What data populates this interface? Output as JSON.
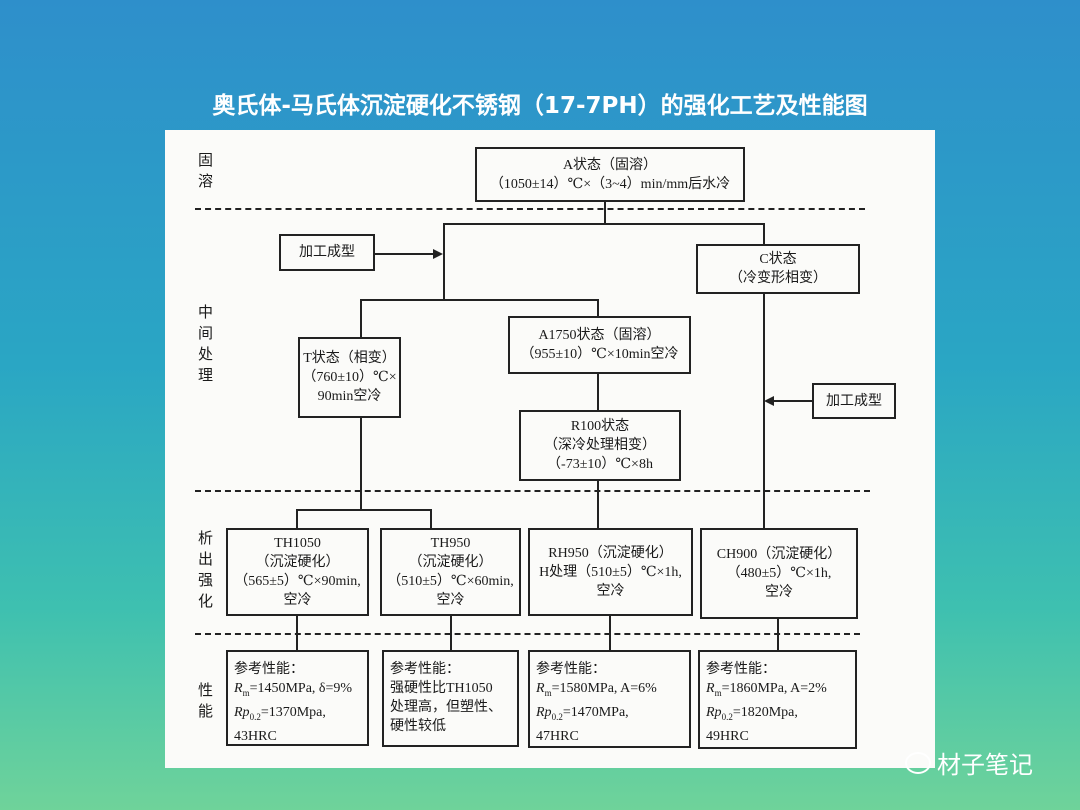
{
  "title": "奥氏体-马氏体沉淀硬化不锈钢（17-7PH）的强化工艺及性能图",
  "stages": {
    "s1": [
      "固",
      "溶"
    ],
    "s2": [
      "中",
      "间",
      "处",
      "理"
    ],
    "s3": [
      "析",
      "出",
      "强",
      "化"
    ],
    "s4": [
      "性",
      "能"
    ]
  },
  "boxes": {
    "a": [
      "A状态（固溶）",
      "（1050±14）℃×（3~4）min/mm后水冷"
    ],
    "form1": "加工成型",
    "c": [
      "C状态",
      "（冷变形相变）"
    ],
    "t": [
      "T状态（相变）",
      "（760±10）℃×",
      "90min空冷"
    ],
    "a1750": [
      "A1750状态（固溶）",
      "（955±10）℃×10min空冷"
    ],
    "r100": [
      "R100状态",
      "（深冷处理相变）",
      "（-73±10）℃×8h"
    ],
    "form2": "加工成型",
    "th1050": [
      "TH1050",
      "（沉淀硬化）",
      "（565±5）℃×90min,",
      "空冷"
    ],
    "th950": [
      "TH950",
      "（沉淀硬化）",
      "（510±5）℃×60min,",
      "空冷"
    ],
    "rh950": [
      "RH950（沉淀硬化）",
      "H处理（510±5）℃×1h,",
      "空冷"
    ],
    "ch900": [
      "CH900（沉淀硬化）",
      "（480±5）℃×1h,",
      "空冷"
    ]
  },
  "props": {
    "p1": {
      "head": "参考性能：",
      "rm_r": "R",
      "rm_sub": "m",
      "rm_val": "=1450MPa, δ=9%",
      "rp_r": "Rp",
      "rp_sub": "0.2",
      "rp_val": "=1370Mpa,",
      "hrc": "43HRC"
    },
    "p2": {
      "head": "参考性能：",
      "l1": "强硬性比TH1050",
      "l2": "处理高，但塑性、",
      "l3": "硬性较低"
    },
    "p3": {
      "head": "参考性能：",
      "rm_r": "R",
      "rm_sub": "m",
      "rm_val": "=1580MPa, A=6%",
      "rp_r": "Rp",
      "rp_sub": "0.2",
      "rp_val": "=1470MPa,",
      "hrc": "47HRC"
    },
    "p4": {
      "head": "参考性能：",
      "rm_r": "R",
      "rm_sub": "m",
      "rm_val": "=1860MPa, A=2%",
      "rp_r": "Rp",
      "rp_sub": "0.2",
      "rp_val": "=1820Mpa,",
      "hrc": "49HRC"
    }
  },
  "watermark": "材子笔记"
}
